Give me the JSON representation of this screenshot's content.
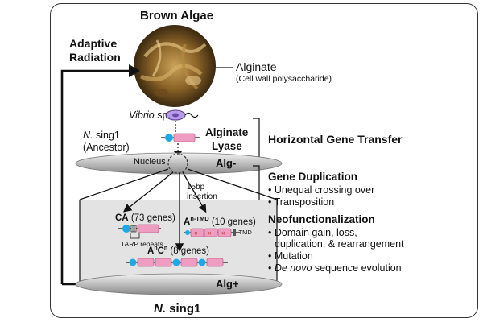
{
  "title": "Brown Algae",
  "adaptive_radiation": [
    "Adaptive",
    "Radiation"
  ],
  "alginate": "Alginate",
  "alginate_note": "(Cell wall polysaccharide)",
  "vibrio": "Vibrio",
  "vibrio_sp": " sp.",
  "ancestor": {
    "name_italic": "N.",
    "name_rest": " sing1",
    "label": "(Ancestor)"
  },
  "enzyme": [
    "Alginate",
    "Lyase"
  ],
  "hgt": "Horizontal Gene Transfer",
  "nucleus": "Nucleus",
  "alg_minus": "Alg-",
  "alg_plus": "Alg+",
  "insertion": [
    "15bp",
    "insertion"
  ],
  "gene_duplication": {
    "heading": "Gene Duplication",
    "items": [
      "Unequal crossing over",
      "Transposition"
    ]
  },
  "neofunctionalization": {
    "heading": "Neofunctionalization",
    "items": [
      "Domain gain, loss,",
      "duplication, & rearrangement",
      "Mutation",
      "sequence evolution"
    ],
    "de_novo": "De novo"
  },
  "ca": {
    "label": "CA",
    "count": "(73 genes)",
    "tarp": "TARP repeats"
  },
  "a_tmd": {
    "label": "A",
    "sup": "n-TMD",
    "count": "(10 genes)",
    "tmd": "-TMD"
  },
  "acn": {
    "label": "A",
    "sup1": "n",
    "mid": "C",
    "sup2": "n",
    "count": "(8 genes)"
  },
  "species": {
    "italic": "N.",
    "rest": " sing1"
  },
  "colors": {
    "pink": "#ee9cc0",
    "pink_dark": "#d06a98",
    "blue": "#1da8e6",
    "cell": "#dcdcdc",
    "cell_dark": "#9a9a9a"
  }
}
